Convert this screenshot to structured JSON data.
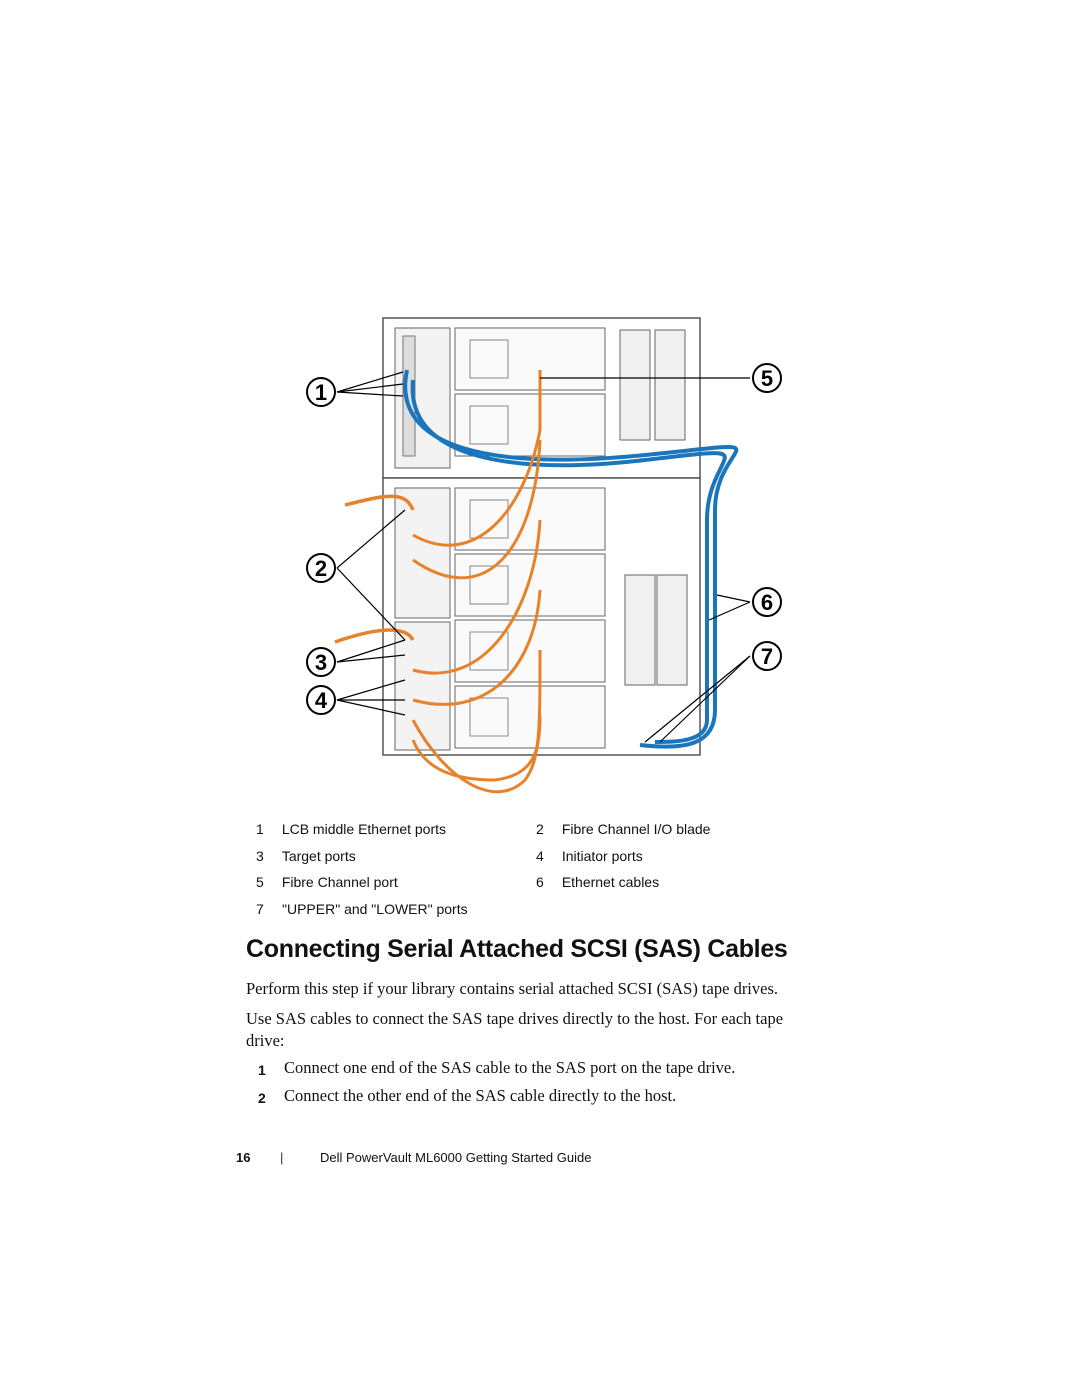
{
  "figure": {
    "callouts": [
      "1",
      "2",
      "3",
      "4",
      "5",
      "6",
      "7"
    ],
    "colors": {
      "ethernet_cable": "#1b75bc",
      "fibre_cable": "#e8822a",
      "chassis": "#555555"
    }
  },
  "legend": [
    {
      "num": "1",
      "text": "LCB middle Ethernet ports"
    },
    {
      "num": "2",
      "text": "Fibre Channel I/O blade"
    },
    {
      "num": "3",
      "text": "Target ports"
    },
    {
      "num": "4",
      "text": "Initiator ports"
    },
    {
      "num": "5",
      "text": "Fibre Channel port"
    },
    {
      "num": "6",
      "text": "Ethernet cables"
    },
    {
      "num": "7",
      "text": "\"UPPER\" and \"LOWER\" ports"
    }
  ],
  "heading": "Connecting Serial Attached SCSI (SAS) Cables",
  "paragraphs": [
    "Perform this step if your library contains serial attached SCSI (SAS) tape drives.",
    "Use SAS cables to connect the SAS tape drives directly to the host. For each tape drive:"
  ],
  "steps": [
    {
      "num": "1",
      "text": "Connect one end of the SAS cable to the SAS port on the tape drive."
    },
    {
      "num": "2",
      "text": "Connect the other end of the SAS cable directly to the host."
    }
  ],
  "footer": {
    "page_number": "16",
    "separator": "|",
    "title": "Dell PowerVault ML6000 Getting Started Guide"
  }
}
